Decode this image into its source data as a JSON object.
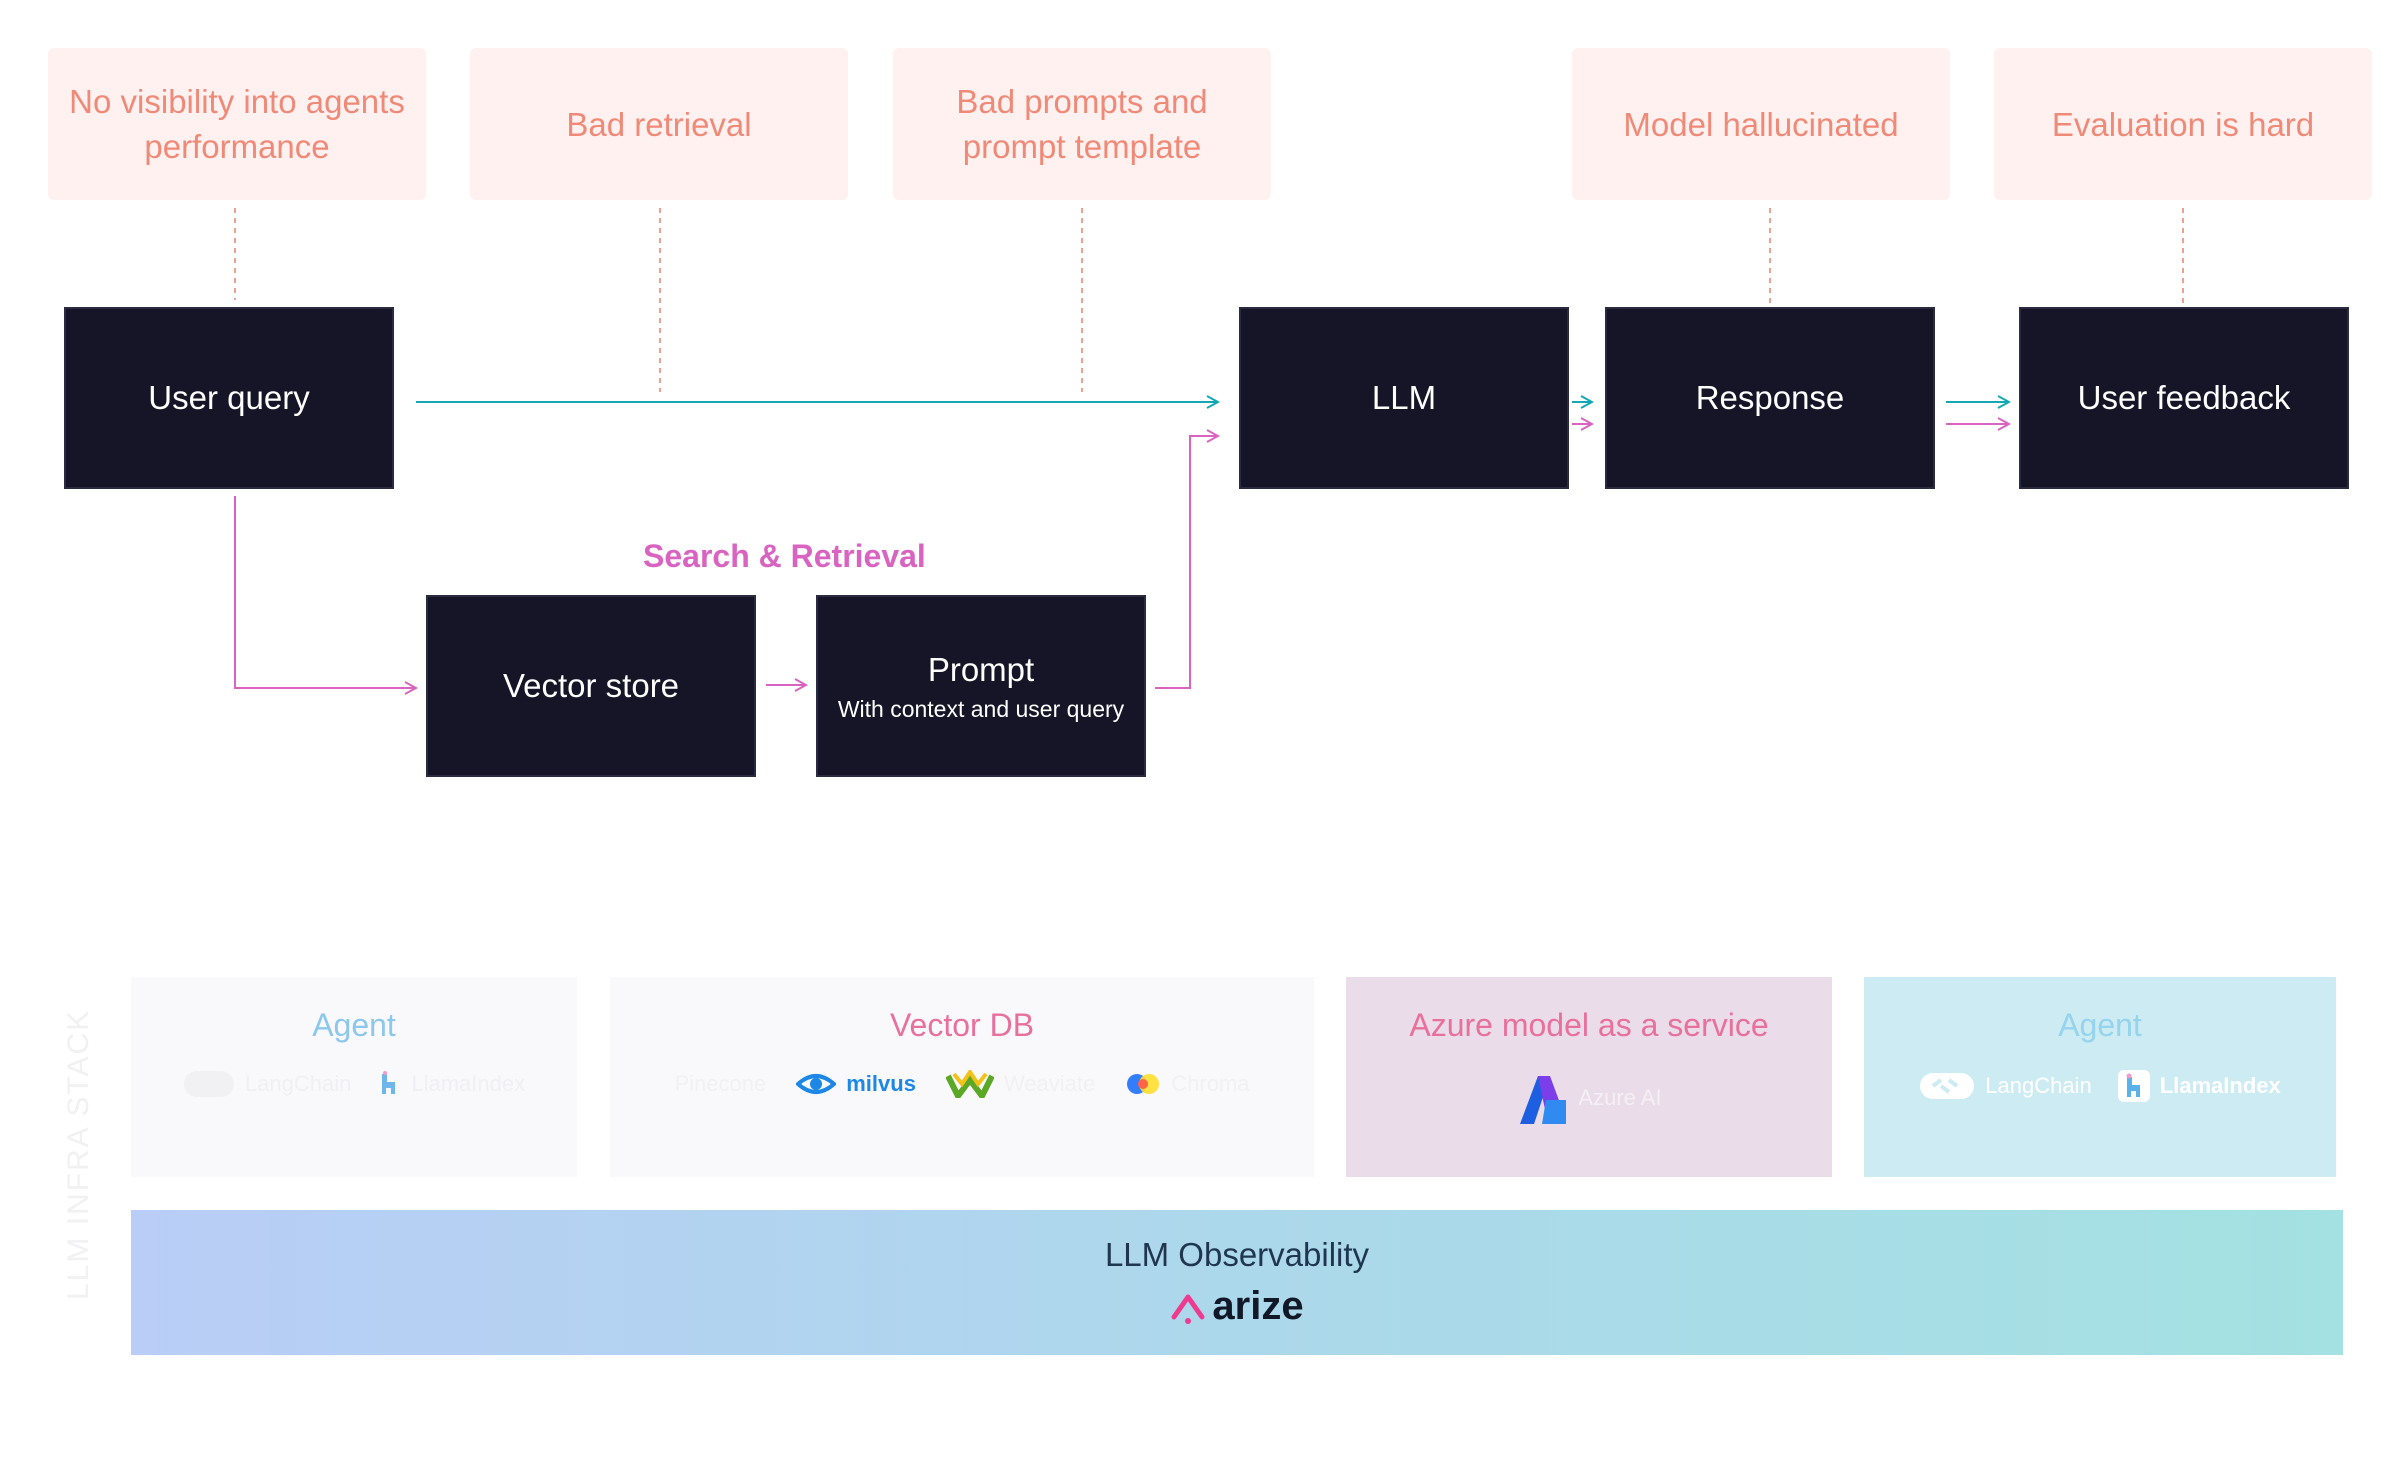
{
  "issues": {
    "visibility": "No visibility into agents performance",
    "retrieval": "Bad retrieval",
    "prompts": "Bad prompts and prompt template",
    "hallucinated": "Model hallucinated",
    "evaluation": "Evaluation is hard"
  },
  "nodes": {
    "user_query": "User query",
    "llm": "LLM",
    "response": "Response",
    "user_feedback": "User feedback",
    "vector_store": "Vector store",
    "prompt": "Prompt",
    "prompt_sub": "With context and user query"
  },
  "search_retrieval_label": "Search & Retrieval",
  "infra": {
    "side_label": "LLM INFRA STACK",
    "panels": [
      {
        "title": "Agent",
        "logos": [
          "LangChain",
          "LlamaIndex"
        ]
      },
      {
        "title": "Vector DB",
        "logos": [
          "Pinecone",
          "milvus",
          "Weaviate",
          "Chroma"
        ]
      },
      {
        "title": "Azure model as a service",
        "logos": [
          "Azure AI"
        ]
      },
      {
        "title": "Agent",
        "logos": [
          "LangChain",
          "LlamaIndex"
        ]
      }
    ],
    "observability": {
      "title": "LLM Observability",
      "brand": "arize"
    }
  },
  "colors": {
    "node_bg": "#151527",
    "issue_bg": "#fff1f0",
    "issue_text": "#f08a78",
    "teal_arrow": "#14a8b5",
    "pink_arrow": "#d963c0"
  }
}
